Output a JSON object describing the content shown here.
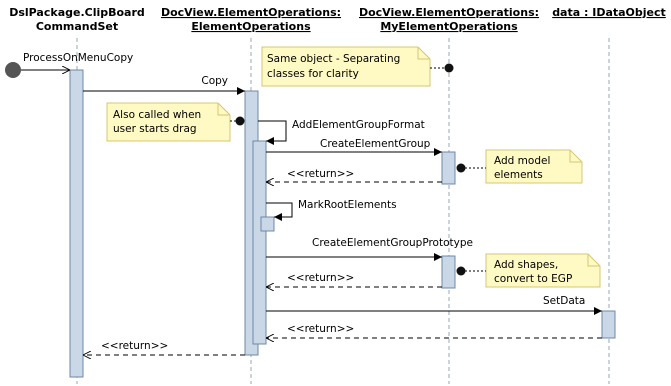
{
  "lifelines": [
    {
      "line1": "DslPackage.ClipBoard",
      "line2": "CommandSet",
      "underline": false
    },
    {
      "line1": "DocView.ElementOperations:",
      "line2": "ElementOperations",
      "underline": true
    },
    {
      "line1": "DocView.ElementOperations:",
      "line2": "MyElementOperations",
      "underline": true
    },
    {
      "line1": "data : IDataObject",
      "line2": "",
      "underline": true
    }
  ],
  "messages": {
    "process": "ProcessOnMenuCopy",
    "copy": "Copy",
    "add_format": "AddElementGroupFormat",
    "create_group": "CreateElementGroup",
    "return1": "<<return>>",
    "mark_root": "MarkRootElements",
    "create_proto": "CreateElementGroupPrototype",
    "return2": "<<return>>",
    "set_data": "SetData",
    "return3": "<<return>>",
    "return4": "<<return>>"
  },
  "notes": {
    "same_object": [
      "Same object - Separating",
      "classes for clarity"
    ],
    "drag": [
      "Also called when",
      "user starts drag"
    ],
    "model": [
      "Add model",
      "elements"
    ],
    "shapes": [
      "Add shapes,",
      "convert to EGP"
    ]
  },
  "colors": {
    "activation_fill": "#c9d7e6",
    "activation_stroke": "#6d89a8",
    "note_fill": "#fff9c4",
    "note_stroke": "#d4c872",
    "lifeline": "#9aa8b6",
    "dot": "#111111",
    "initial_dot": "#555555"
  }
}
